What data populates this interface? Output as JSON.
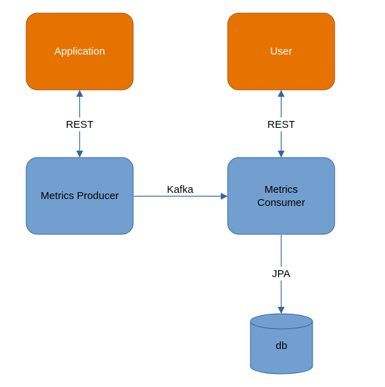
{
  "colors": {
    "orange_fill": "#e67300",
    "orange_stroke": "#a8540a",
    "blue_fill": "#729fcf",
    "blue_stroke": "#3465a4",
    "arrow": "#3465a4",
    "white_text": "#ffffff",
    "dark_text": "#000000"
  },
  "nodes": {
    "application": "Application",
    "user": "User",
    "producer": "Metrics Producer",
    "consumer_line1": "Metrics",
    "consumer_line2": "Consumer",
    "db": "db"
  },
  "edges": {
    "app_producer": "REST",
    "user_consumer": "REST",
    "producer_consumer": "Kafka",
    "consumer_db": "JPA"
  }
}
